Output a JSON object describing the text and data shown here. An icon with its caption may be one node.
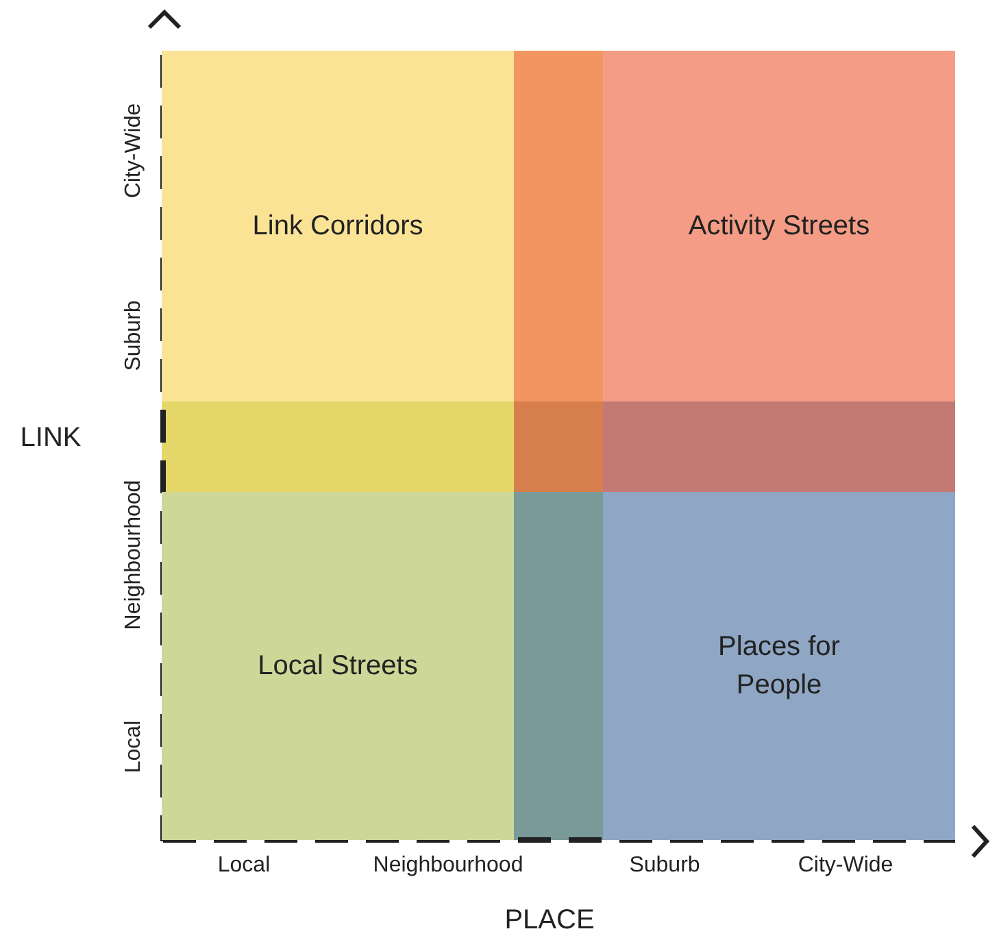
{
  "diagram": {
    "nodes": [
      {
        "text": [
          "Link Corridors"
        ]
      },
      {
        "text": [
          "Activity Streets"
        ]
      },
      {
        "text": [
          "Local Streets"
        ]
      },
      {
        "text": [
          "Places for People"
        ]
      }
    ],
    "labels": [
      "City-Wide",
      "Suburb",
      "Neighbourhood",
      "Local",
      "LINK",
      "Local",
      "Neighbourhood",
      "Suburb",
      "City-Wide",
      "PLACE"
    ]
  }
}
